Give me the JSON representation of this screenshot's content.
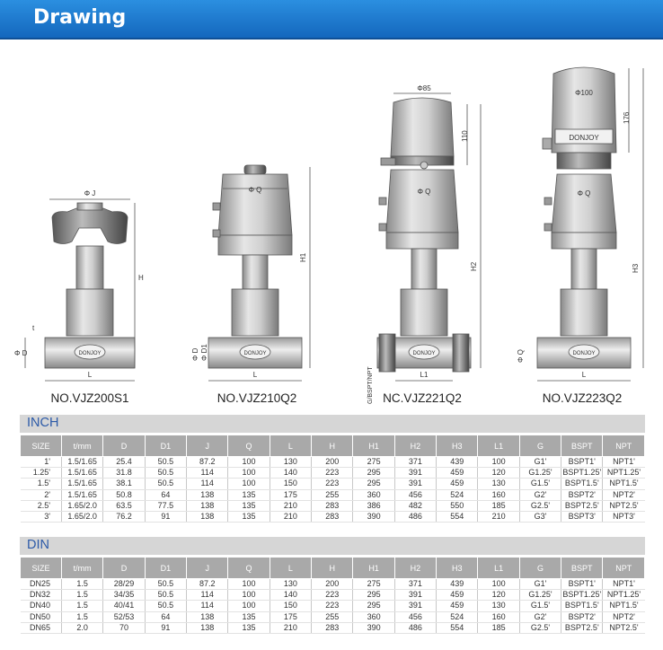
{
  "header": {
    "title": "Drawing"
  },
  "drawing": {
    "models": [
      {
        "name": "NO.VJZ200S1"
      },
      {
        "name": "NO.VJZ210Q2"
      },
      {
        "name": "NC.VJZ221Q2"
      },
      {
        "name": "NO.VJZ223Q2"
      }
    ],
    "labels": {
      "d": "Φ D",
      "d1": "Φ D1",
      "q": "Φ Q",
      "j": "Φ J",
      "t": "t",
      "l": "L",
      "l1": "L1",
      "h": "H",
      "h1": "H1",
      "h2": "H2",
      "h3": "H3",
      "phi85": "Φ85",
      "phi100": "Φ100",
      "dim110": "110",
      "dim176": "176",
      "gbspt": "G/BSPT/NPT",
      "brand": "DONJOY"
    }
  },
  "inch": {
    "title": "INCH",
    "headers": [
      "SIZE",
      "t/mm",
      "D",
      "D1",
      "J",
      "Q",
      "L",
      "H",
      "H1",
      "H2",
      "H3",
      "L1",
      "G",
      "BSPT",
      "NPT"
    ],
    "rows": [
      [
        "1'",
        "1.5/1.65",
        "25.4",
        "50.5",
        "87.2",
        "100",
        "130",
        "200",
        "275",
        "371",
        "439",
        "100",
        "G1'",
        "BSPT1'",
        "NPT1'"
      ],
      [
        "1.25'",
        "1.5/1.65",
        "31.8",
        "50.5",
        "114",
        "100",
        "140",
        "223",
        "295",
        "391",
        "459",
        "120",
        "G1.25'",
        "BSPT1.25'",
        "NPT1.25'"
      ],
      [
        "1.5'",
        "1.5/1.65",
        "38.1",
        "50.5",
        "114",
        "100",
        "150",
        "223",
        "295",
        "391",
        "459",
        "130",
        "G1.5'",
        "BSPT1.5'",
        "NPT1.5'"
      ],
      [
        "2'",
        "1.5/1.65",
        "50.8",
        "64",
        "138",
        "135",
        "175",
        "255",
        "360",
        "456",
        "524",
        "160",
        "G2'",
        "BSPT2'",
        "NPT2'"
      ],
      [
        "2.5'",
        "1.65/2.0",
        "63.5",
        "77.5",
        "138",
        "135",
        "210",
        "283",
        "386",
        "482",
        "550",
        "185",
        "G2.5'",
        "BSPT2.5'",
        "NPT2.5'"
      ],
      [
        "3'",
        "1.65/2.0",
        "76.2",
        "91",
        "138",
        "135",
        "210",
        "283",
        "390",
        "486",
        "554",
        "210",
        "G3'",
        "BSPT3'",
        "NPT3'"
      ]
    ]
  },
  "din": {
    "title": "DIN",
    "headers": [
      "SIZE",
      "t/mm",
      "D",
      "D1",
      "J",
      "Q",
      "L",
      "H",
      "H1",
      "H2",
      "H3",
      "L1",
      "G",
      "BSPT",
      "NPT"
    ],
    "rows": [
      [
        "DN25",
        "1.5",
        "28/29",
        "50.5",
        "87.2",
        "100",
        "130",
        "200",
        "275",
        "371",
        "439",
        "100",
        "G1'",
        "BSPT1'",
        "NPT1'"
      ],
      [
        "DN32",
        "1.5",
        "34/35",
        "50.5",
        "114",
        "100",
        "140",
        "223",
        "295",
        "391",
        "459",
        "120",
        "G1.25'",
        "BSPT1.25'",
        "NPT1.25'"
      ],
      [
        "DN40",
        "1.5",
        "40/41",
        "50.5",
        "114",
        "100",
        "150",
        "223",
        "295",
        "391",
        "459",
        "130",
        "G1.5'",
        "BSPT1.5'",
        "NPT1.5'"
      ],
      [
        "DN50",
        "1.5",
        "52/53",
        "64",
        "138",
        "135",
        "175",
        "255",
        "360",
        "456",
        "524",
        "160",
        "G2'",
        "BSPT2'",
        "NPT2'"
      ],
      [
        "DN65",
        "2.0",
        "70",
        "91",
        "138",
        "135",
        "210",
        "283",
        "390",
        "486",
        "554",
        "185",
        "G2.5'",
        "BSPT2.5'",
        "NPT2.5'"
      ]
    ]
  }
}
